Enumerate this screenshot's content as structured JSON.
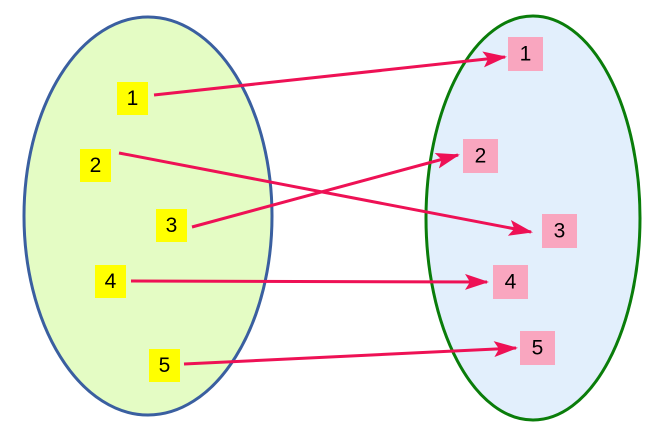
{
  "diagram": {
    "domain": {
      "fill": "#e4fcc4",
      "stroke": "#3a5fa0",
      "elements": [
        "1",
        "2",
        "3",
        "4",
        "5"
      ],
      "label_fill": "#ffff00"
    },
    "codomain": {
      "fill": "#e2effc",
      "stroke": "#0a7d0a",
      "elements": [
        "1",
        "2",
        "3",
        "4",
        "5"
      ],
      "label_fill": "#f9a6bf"
    },
    "arrow_color": "#ee1155",
    "mapping": [
      {
        "from": "1",
        "to": "1"
      },
      {
        "from": "2",
        "to": "3"
      },
      {
        "from": "3",
        "to": "2"
      },
      {
        "from": "4",
        "to": "4"
      },
      {
        "from": "5",
        "to": "5"
      }
    ]
  }
}
